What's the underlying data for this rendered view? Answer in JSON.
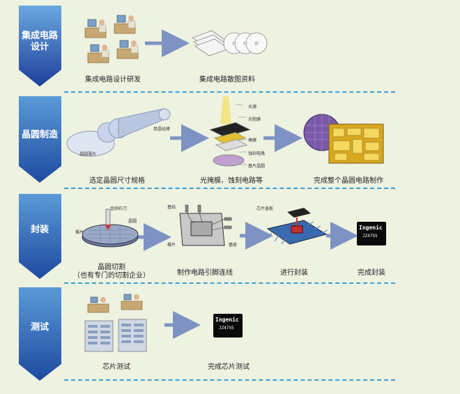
{
  "stages": [
    {
      "label": "集成电路\n设计",
      "steps": [
        "集成电路设计研发",
        "集成电路散图资料"
      ]
    },
    {
      "label": "晶圆制造",
      "steps": [
        "选定晶圆尺寸规格",
        "光掩膜、蚀刻电路等",
        "完成整个晶圆电路制作"
      ],
      "annotations": {
        "wafer_sheet": "晶圆薄片",
        "crystal_rod": "单晶硅棒",
        "light_source": "光源",
        "photoresist": "光阻膜",
        "mask": "掩膜",
        "etched_circuit": "蚀刻电路",
        "substrate": "基片晶圆"
      }
    },
    {
      "label": "封装",
      "steps": [
        "晶圆切割\n（也有专门的切割企业）",
        "制作电路引脚连线",
        "进行封装",
        "完成封装"
      ],
      "annotations": {
        "diamond_knife": "金刚石刀",
        "wafer": "晶圆",
        "die": "棵片",
        "base_wire": "基线",
        "die2": "棵片",
        "base_plate": "基座",
        "chip_cover": "芯片盖板"
      },
      "chip": {
        "brand": "Ingenic",
        "model": "JZ4755"
      }
    },
    {
      "label": "测试",
      "steps": [
        "芯片测试",
        "完成芯片测试"
      ],
      "chip": {
        "brand": "Ingenic",
        "model": "JZ4755"
      }
    }
  ],
  "colors": {
    "background": "#eef2e0",
    "arrow_light": "#6aa8e0",
    "arrow_dark": "#1e3f9a",
    "divider": "#3aa0d8",
    "flow_arrow": "#7e93c4"
  }
}
